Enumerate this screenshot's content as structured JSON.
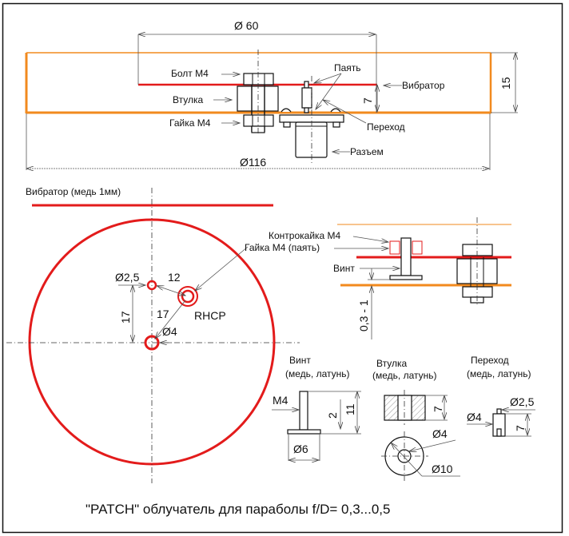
{
  "title": "\"PATCH\" облучатель для параболы f/D= 0,3...0,5",
  "colors": {
    "reflector": "#f28a1e",
    "vibrator": "#e31b1b",
    "line": "#111111"
  },
  "side_view": {
    "dim_inner": "Ø 60",
    "dim_outer": "Ø116",
    "dim_height": "15",
    "dim_gap": "7",
    "labels": {
      "bolt": "Болт М4",
      "sleeve": "Втулка",
      "nut": "Гайка М4",
      "solder": "Паять",
      "vibrator": "Вибратор",
      "adapter": "Переход",
      "connector": "Разъем"
    }
  },
  "top_view": {
    "vibrator_label": "Вибратор (медь 1мм)",
    "d_small": "Ø2,5",
    "d_feed": "Ø4",
    "dist_h": "12",
    "dist_v": "17",
    "dist_diag": "17",
    "polarization": "RHCP"
  },
  "detail_view": {
    "locknut": "Контрокайка М4",
    "nut_solder": "Гайка М4 (паять)",
    "screw": "Винт",
    "gap": "0,3 - 1"
  },
  "parts": [
    {
      "name": "Винт",
      "material": "(медь, латунь)",
      "dims": {
        "thread": "М4",
        "head_d": "Ø6",
        "head_h": "2",
        "length": "11"
      }
    },
    {
      "name": "Втулка",
      "material": "(медь, латунь)",
      "dims": {
        "height": "7",
        "inner_d": "Ø4",
        "outer_d": "Ø10"
      }
    },
    {
      "name": "Переход",
      "material": "(медь, латунь)",
      "dims": {
        "outer_d": "Ø4",
        "pin_d": "Ø2,5",
        "height": "7"
      }
    }
  ]
}
